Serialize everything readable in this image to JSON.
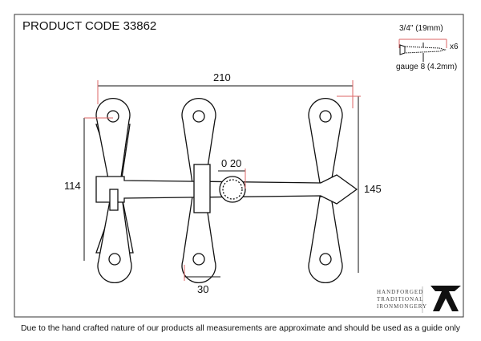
{
  "title": "PRODUCT CODE 33862",
  "screw": {
    "length": "3/4\" (19mm)",
    "quantity": "x6",
    "gauge": "gauge 8 (4.2mm)"
  },
  "dimensions": {
    "width": "210",
    "strap_height": "114",
    "overall_height": "145",
    "knob": "0 20",
    "keeper": "30"
  },
  "brand": {
    "line1": "HANDFORGED",
    "line2": "TRADITIONAL",
    "line3": "IRONMONGERY"
  },
  "footnote": "Due to the hand crafted nature of our products all measurements are approximate and should be used as a guide only"
}
